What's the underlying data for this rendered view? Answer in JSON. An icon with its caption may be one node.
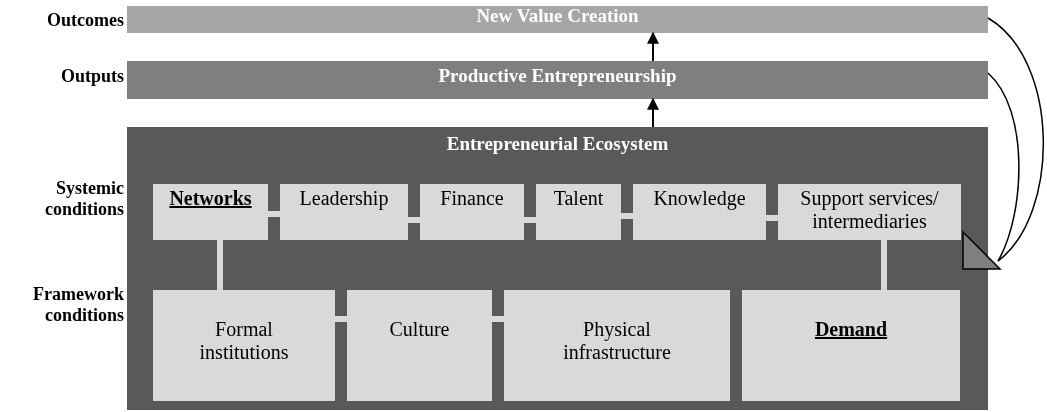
{
  "diagram": {
    "nodes": [
      {
        "text": [
          "New Value Creation"
        ]
      },
      {
        "text": [
          "Productive Entrepreneurship"
        ]
      },
      {
        "text": [
          "Entrepreneurial Ecosystem"
        ]
      },
      {
        "text": [
          "Networks"
        ],
        "in": 2
      },
      {
        "text": [
          "Leadership"
        ],
        "in": 2
      },
      {
        "text": [
          "Finance"
        ],
        "in": 2
      },
      {
        "text": [
          "Talent"
        ],
        "in": 2
      },
      {
        "text": [
          "Knowledge"
        ],
        "in": 2
      },
      {
        "text": [
          "Support services/ intermediaries"
        ],
        "in": 2
      },
      {
        "text": [
          "Formal institutions"
        ],
        "in": 2
      },
      {
        "text": [
          "Culture"
        ],
        "in": 2
      },
      {
        "text": [
          "Physical infrastructure"
        ],
        "in": 2
      },
      {
        "text": [
          "Demand"
        ],
        "in": 2
      },
      {
        "text": [],
        "shape": "triangle"
      }
    ],
    "edges": [
      {
        "from": 1,
        "to": 0,
        "arrow": "to",
        "color": "#000000"
      },
      {
        "from": 2,
        "to": 1,
        "arrow": "to",
        "color": "#000000"
      },
      {
        "from": 3,
        "to": 4,
        "arrow": "none"
      },
      {
        "from": 4,
        "to": 5,
        "arrow": "none"
      },
      {
        "from": 5,
        "to": 6,
        "arrow": "none"
      },
      {
        "from": 6,
        "to": 7,
        "arrow": "none"
      },
      {
        "from": 7,
        "to": 8,
        "arrow": "none"
      },
      {
        "from": 3,
        "to": 9,
        "arrow": "none"
      },
      {
        "from": 8,
        "to": 12,
        "arrow": "none"
      },
      {
        "from": 9,
        "to": 10,
        "arrow": "none"
      },
      {
        "from": 10,
        "to": 11,
        "arrow": "none"
      },
      {
        "from": 0,
        "to": 13,
        "arrow": "none",
        "color": "#000000"
      },
      {
        "from": 1,
        "to": 13,
        "arrow": "none",
        "color": "#000000"
      }
    ],
    "labels": [
      "Outcomes",
      "Outputs",
      "Systemic conditions",
      "Framework conditions"
    ]
  }
}
